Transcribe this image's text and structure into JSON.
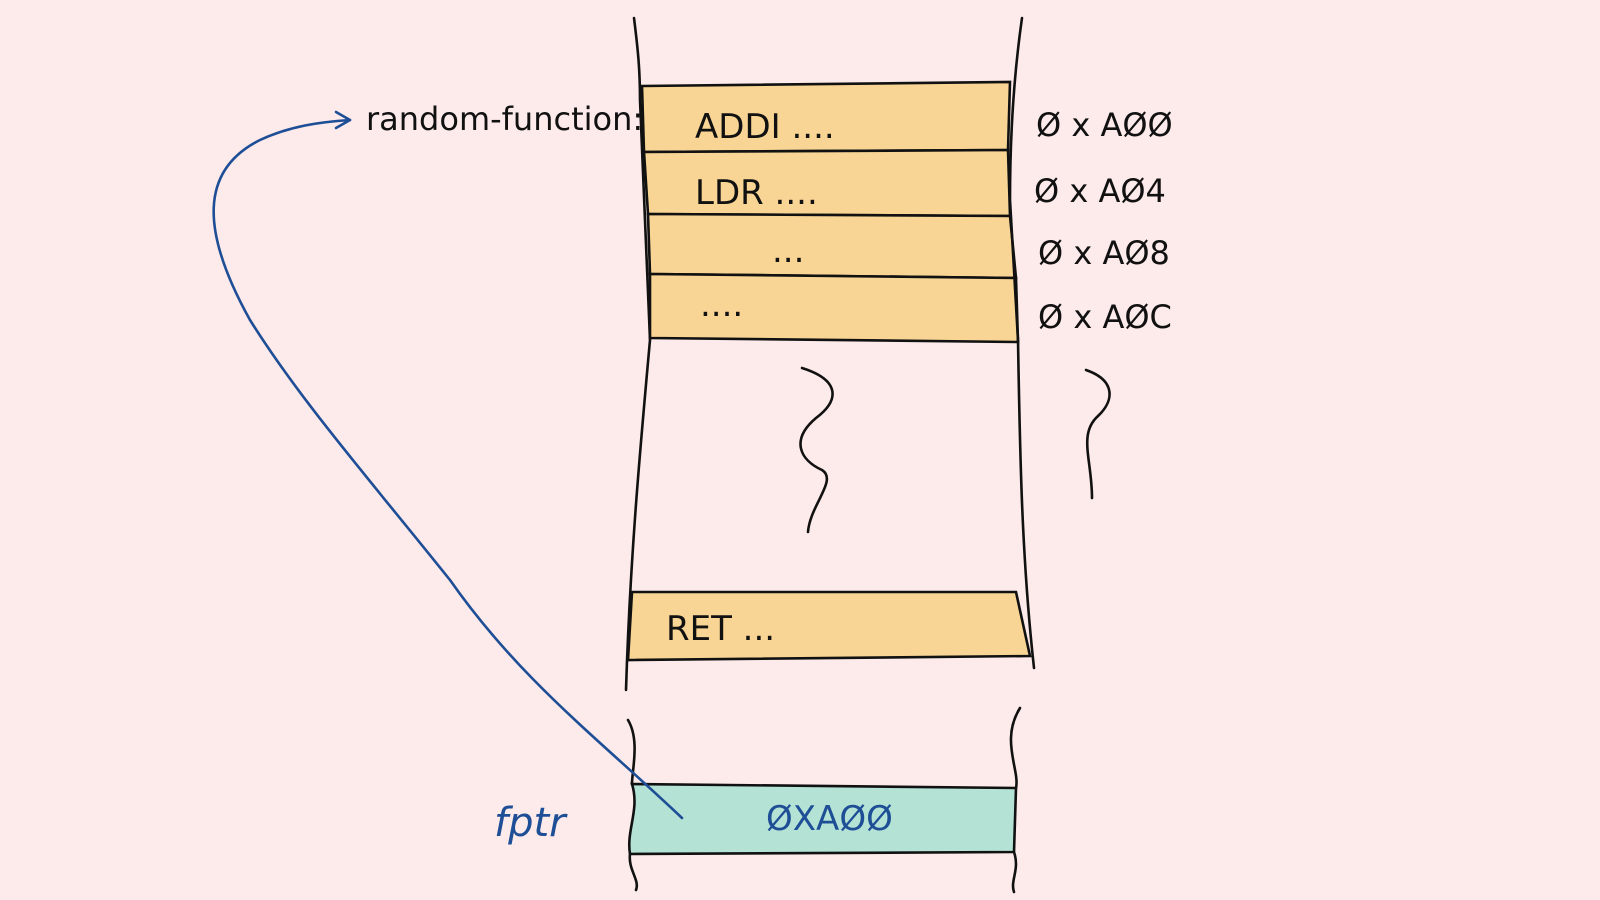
{
  "colors": {
    "background": "#fdeaea",
    "instruction_fill": "#f8d594",
    "pointer_fill": "#b4e2d5",
    "arrow": "#1d4e96"
  },
  "function_label": "random-function:",
  "instructions": [
    {
      "text": "ADDI ....",
      "address": "Ø x AØØ"
    },
    {
      "text": "LDR ....",
      "address": "Ø x AØ4"
    },
    {
      "text": "...",
      "address": "Ø x AØ8"
    },
    {
      "text": "....",
      "address": "Ø x AØC"
    }
  ],
  "last_instruction": "RET ...",
  "pointer": {
    "label": "fptr",
    "value": "ØXAØØ"
  }
}
